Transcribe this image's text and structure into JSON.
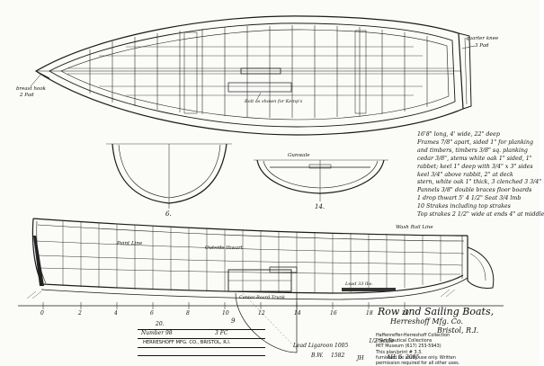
{
  "drawing": {
    "labels": {
      "stern_note": "quarter knee",
      "stern_note2": "3 Pad",
      "bow_note": "breast hook",
      "bow_note2": "2 Pad",
      "thwart_note": "Bolt as shown for Kemp's",
      "section_left": "6.",
      "section_right": "14.",
      "section_thwart": "Gunwale",
      "profile_note1": "Paint Line",
      "profile_note2": "Outside thwart",
      "profile_note3": "Wash Rail Line",
      "profile_note4": "Center Board Trunk",
      "profile_note5": "Lead 33 lbs.",
      "stations": [
        "0",
        "2",
        "4",
        "6",
        "8",
        "10",
        "12",
        "14",
        "16",
        "18",
        "20"
      ]
    },
    "spec": [
      "16'8\" long, 4' wide, 22\" deep",
      "Frames 7/8\" apart, sided 1\" for planking",
      "and timbers, timbers 3/8\" sq. planking",
      "cedar 3/8\", stems white oak 1\" sided, 1\"",
      "rabbet; keel 1\" deep with 3/4\" x 3\" sides",
      "keel 3/4\" above rabbit, 2\" at deck",
      "stern, white oak 1\" thick, 3 clenched 3 3/4\"",
      "Pannels 3/8\" double braces floor boards",
      "1 drop thwart 5' 4 1/2\"  Seat 3/4 lmb",
      "10 Strakes including top strakes",
      "Top strakes 2 1/2\" wide at ends 4\" at middle"
    ],
    "title": {
      "line1": "Row and Sailing Boats,",
      "line2": "Herreshoff Mfg. Co.",
      "line3": "Bristol, R.I.",
      "scale": "1/2 Scale"
    },
    "title_block": {
      "top_left": "20.",
      "mark": "9",
      "row1": "Number 98",
      "row1_code": "3 FC",
      "company": "HERRESHOFF MFG. CO., BRISTOL, R.I.",
      "row3": ""
    },
    "annotations": {
      "handwritten_1": "Lead Ligaroon  1005",
      "handwritten_2": "B.W.",
      "handwritten_3": "1582",
      "date": "AH. 5. 2005",
      "date2": "JH"
    },
    "credit": [
      "Haffenreffer-Herreshoff Collection",
      "(Hart Nautical Collections",
      "MIT Museum (617) 253-5943)",
      "This plan/print # 3.3.",
      "furnished for study use only. Written",
      "permission required for all other uses."
    ]
  }
}
